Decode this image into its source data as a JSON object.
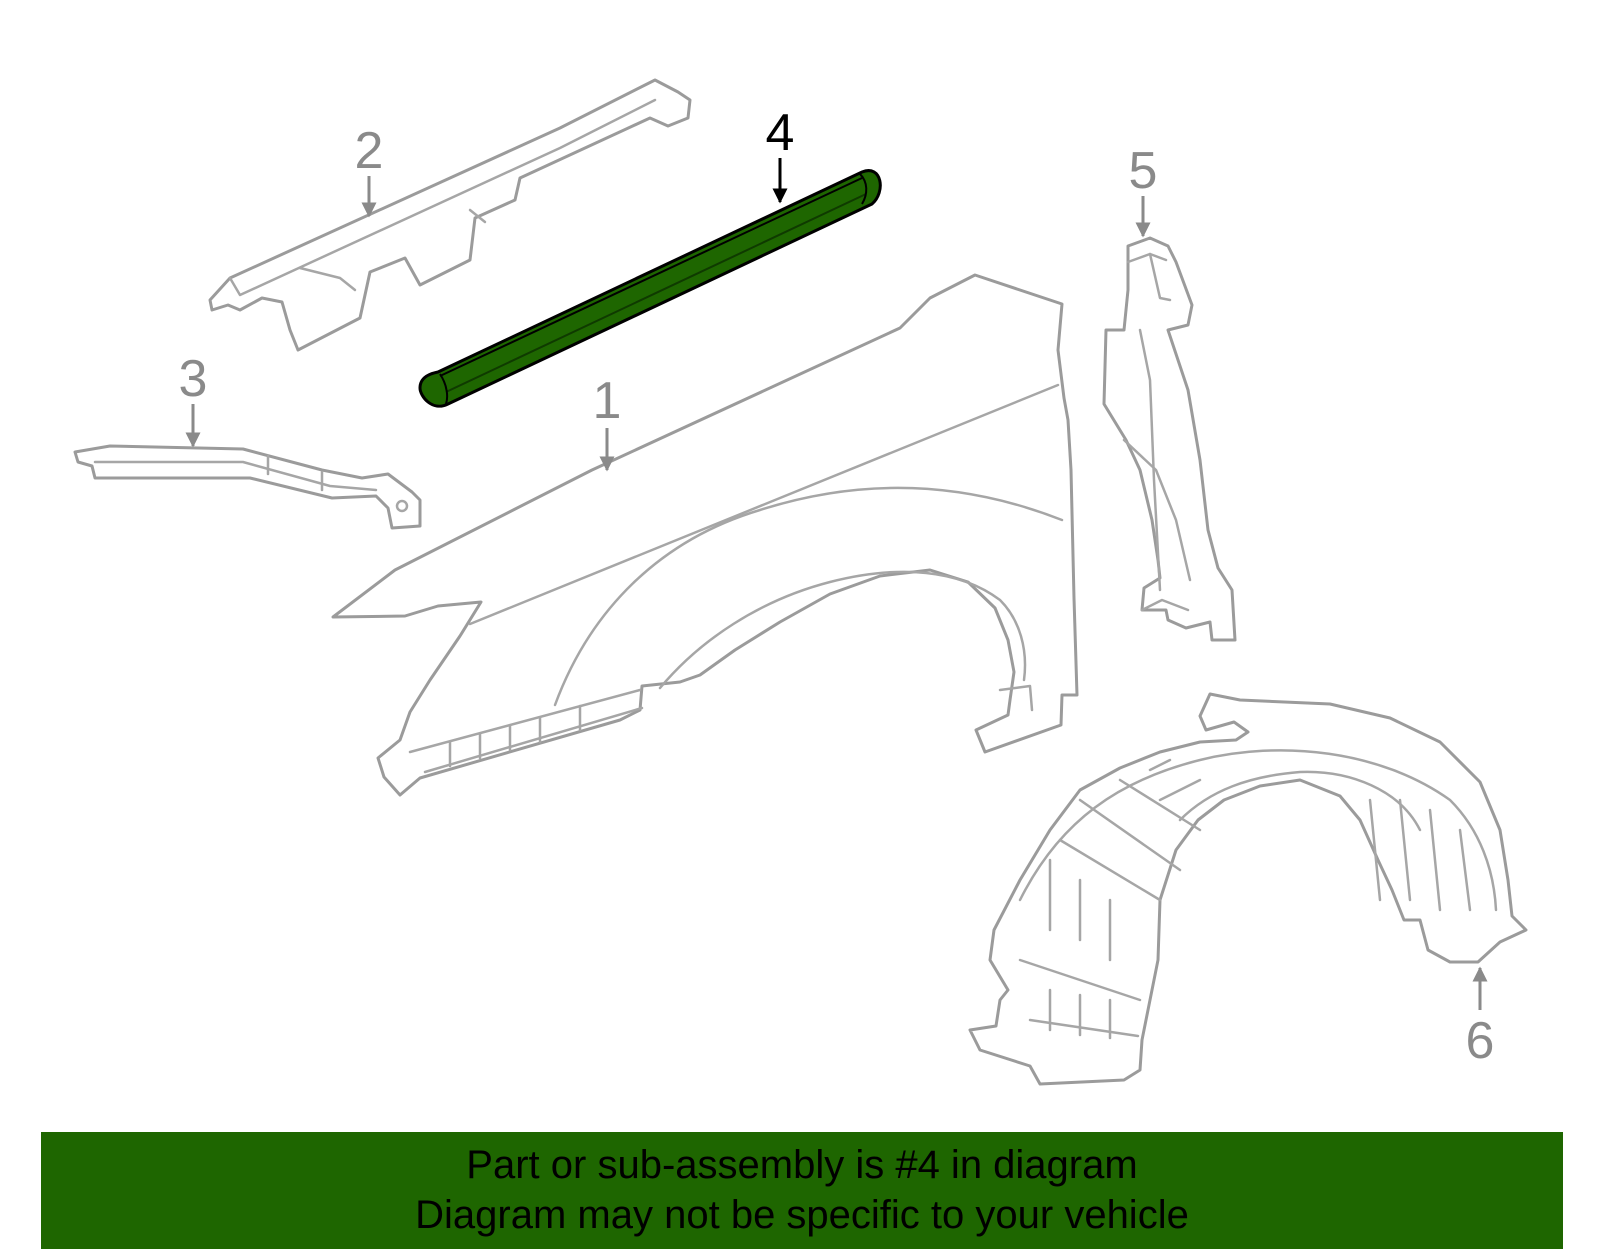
{
  "colors": {
    "highlight": "#1e6600",
    "part_outline": "#9b9b9b",
    "callout_text": "#8a8a8a",
    "active_callout": "#000000"
  },
  "callouts": [
    {
      "id": "1",
      "label": "1",
      "active": false
    },
    {
      "id": "2",
      "label": "2",
      "active": false
    },
    {
      "id": "3",
      "label": "3",
      "active": false
    },
    {
      "id": "4",
      "label": "4",
      "active": true
    },
    {
      "id": "5",
      "label": "5",
      "active": false
    },
    {
      "id": "6",
      "label": "6",
      "active": false
    }
  ],
  "banner": {
    "line1": "Part or sub-assembly is #4 in diagram",
    "line2": "Diagram may not be specific to your vehicle"
  }
}
